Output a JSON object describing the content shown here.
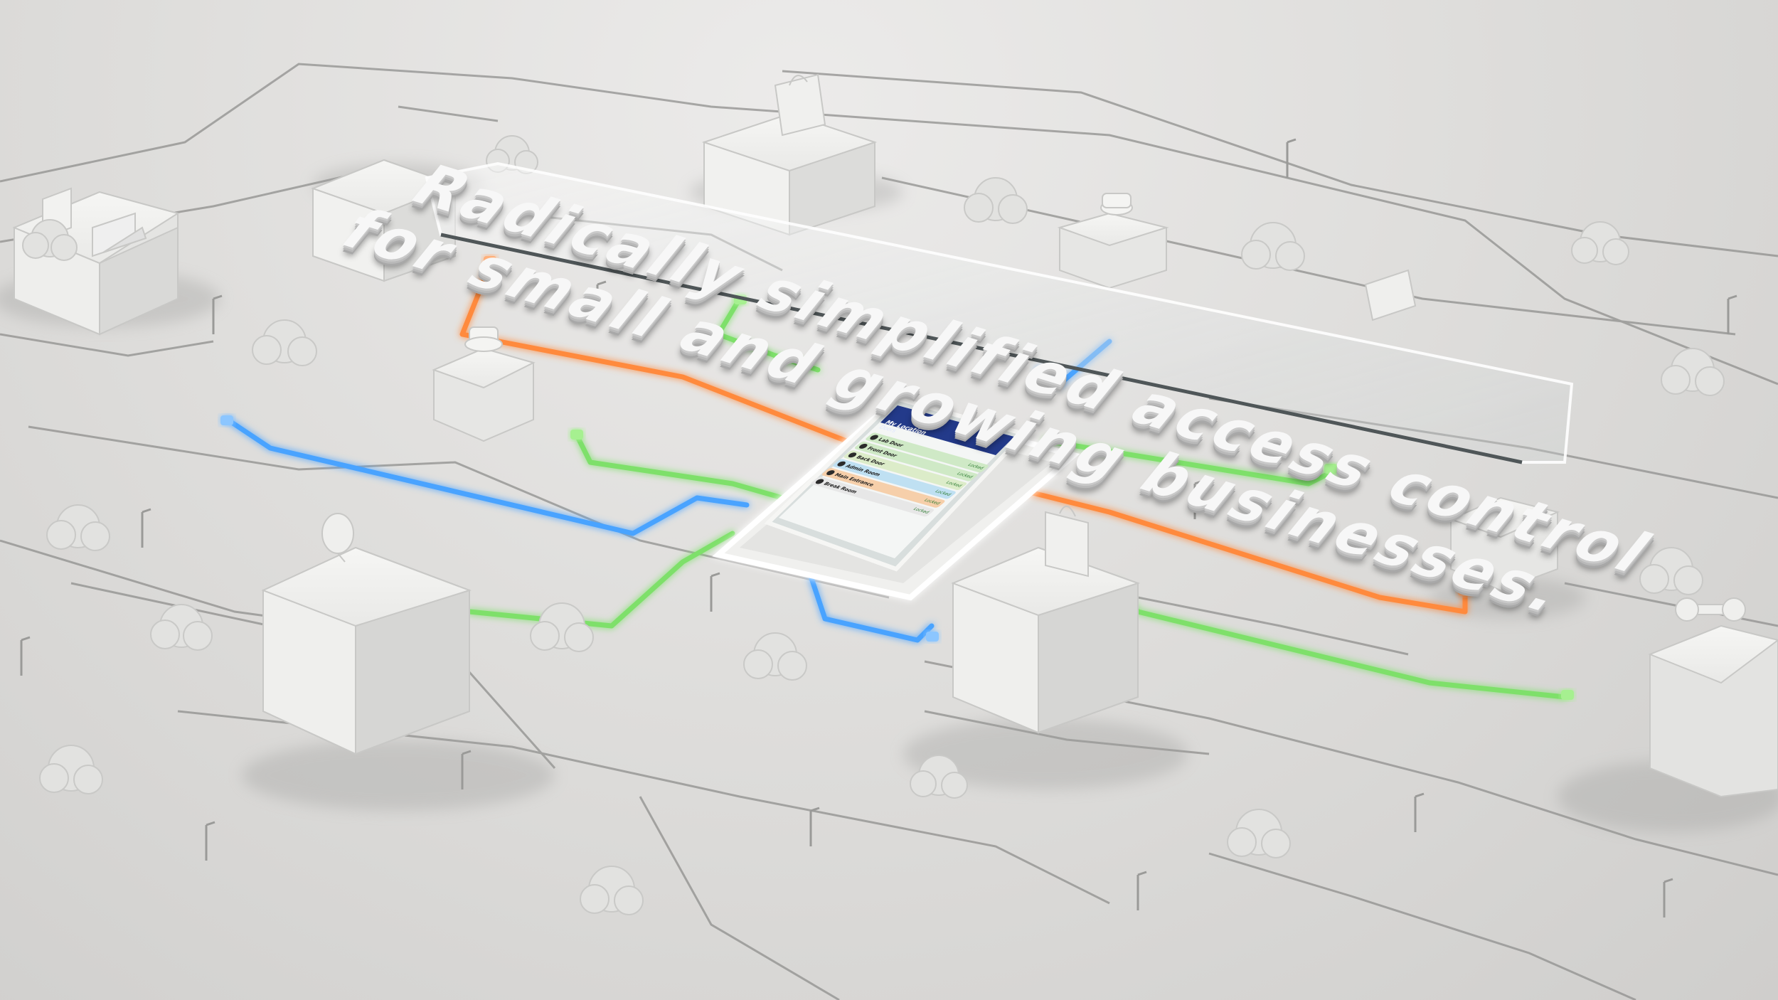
{
  "headline": {
    "line1": "Radically simplified access control",
    "line2": "for small and growing businesses."
  },
  "phone_app": {
    "header_title": "My Location",
    "header_subtitle": "Doors",
    "rows": [
      {
        "name": "Lab Door",
        "status": "Locked",
        "color": "#cfe9c6"
      },
      {
        "name": "Front Door",
        "status": "Locked",
        "color": "#cfe9c6"
      },
      {
        "name": "Back Door",
        "status": "Locked",
        "color": "#dcecc9"
      },
      {
        "name": "Admin Room",
        "status": "Locked",
        "color": "#bfe0f2"
      },
      {
        "name": "Main Entrance",
        "status": "Locked",
        "color": "#f6cfaa"
      },
      {
        "name": "Break Room",
        "status": "Locked",
        "color": "#e7e7e7"
      }
    ]
  },
  "colors": {
    "orange_line": "#ff8a3d",
    "green_line": "#7ee06a",
    "blue_line": "#4aa3ff",
    "ground": "#dcdcda",
    "building": "#efefed",
    "app_header": "#233a8a"
  },
  "icons": [
    "tree-icon",
    "streetlamp-icon",
    "building-icon",
    "laptop-icon",
    "coffee-cup-icon",
    "shopping-bag-icon",
    "satellite-dish-icon",
    "dumbbell-icon",
    "phone-icon"
  ]
}
